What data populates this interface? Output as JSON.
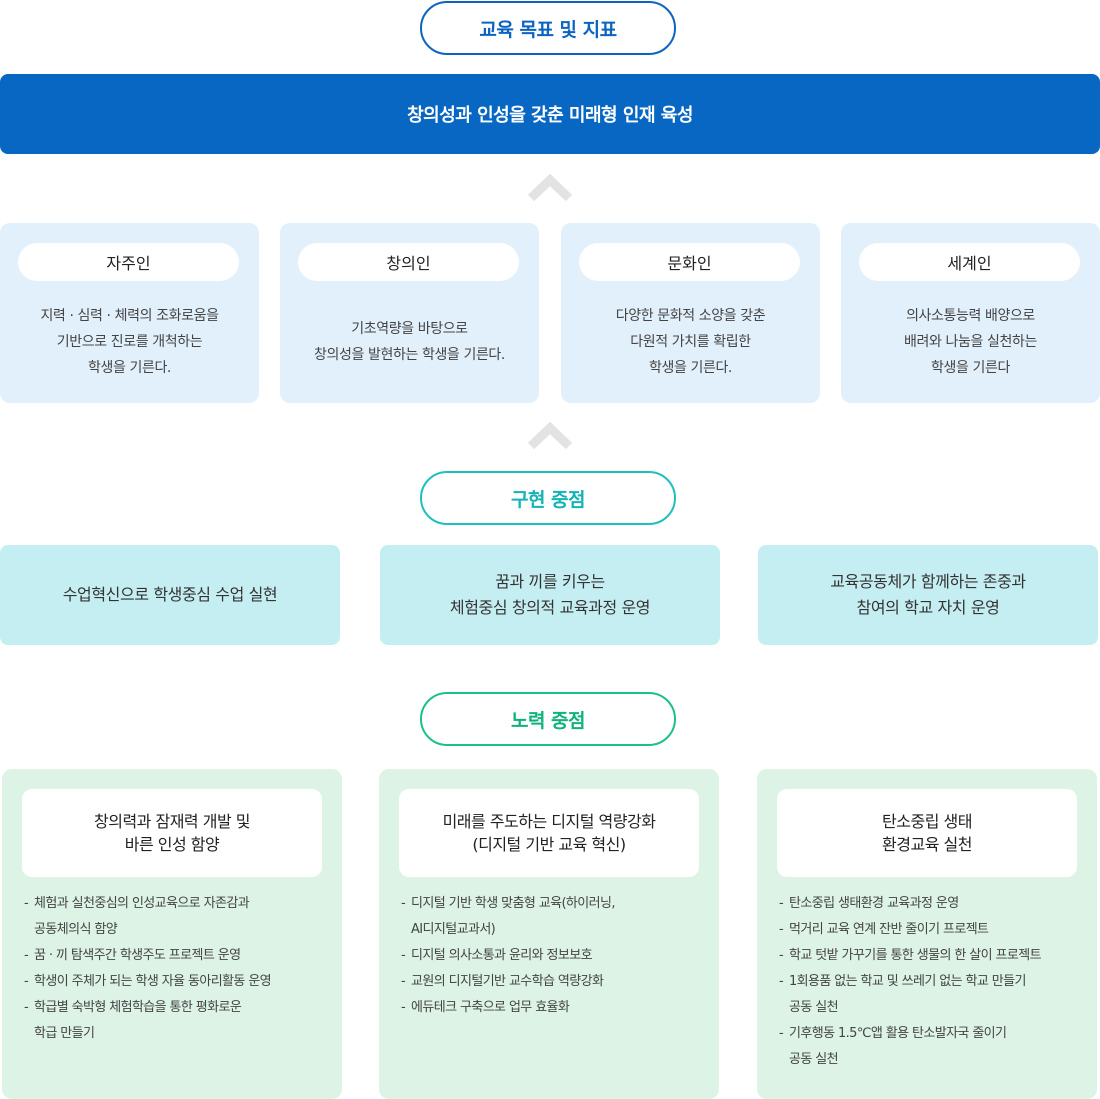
{
  "header": {
    "goal_label": "교육 목표 및 지표"
  },
  "vision": "창의성과 인성을 갖춘 미래형 인재 육성",
  "talents": [
    {
      "name": "자주인",
      "desc": "지력 · 심력 · 체력의 조화로움을\n기반으로 진로를 개척하는\n학생을 기른다."
    },
    {
      "name": "창의인",
      "desc": "기초역량을 바탕으로\n창의성을 발현하는 학생을 기른다."
    },
    {
      "name": "문화인",
      "desc": "다양한 문화적 소양을 갖춘\n다원적 가치를 확립한\n학생을 기른다."
    },
    {
      "name": "세계인",
      "desc": "의사소통능력 배양으로\n배려와 나눔을 실천하는\n학생을 기른다"
    }
  ],
  "implementation": {
    "label": "구현 중점",
    "items": [
      "수업혁신으로 학생중심 수업 실현",
      "꿈과 끼를 키우는\n체험중심 창의적 교육과정 운영",
      "교육공동체가 함께하는 존중과\n참여의 학교 자치 운영"
    ]
  },
  "effort": {
    "label": "노력 중점",
    "columns": [
      {
        "title": "창의력과 잠재력 개발 및\n바른 인성 함양",
        "items": [
          "체험과 실천중심의 인성교육으로 자존감과\n공동체의식 함양",
          "꿈 · 끼 탐색주간 학생주도 프로젝트 운영",
          "학생이 주체가 되는 학생 자율 동아리활동 운영",
          "학급별 숙박형 체험학습을 통한 평화로운\n학급 만들기"
        ]
      },
      {
        "title": "미래를 주도하는 디지털 역량강화\n(디지털 기반 교육 혁신)",
        "items": [
          "디지털 기반 학생 맞춤형 교육(하이러닝,\nAI디지털교과서)",
          "디지털 의사소통과 윤리와 정보보호",
          "교원의 디지털기반 교수학습 역량강화",
          "에듀테크 구축으로 업무 효율화"
        ]
      },
      {
        "title": "탄소중립 생태\n환경교육 실천",
        "items": [
          "탄소중립 생태환경 교육과정 운영",
          "먹거리 교육 연계 잔반 줄이기 프로젝트",
          "학교 텃밭 가꾸기를 통한 생물의 한 살이 프로젝트",
          "1회용품 없는 학교 및 쓰레기 없는 학교 만들기\n공동 실천",
          "기후행동 1.5℃앱 활용 탄소발자국 줄이기\n공동 실천"
        ]
      }
    ]
  },
  "colors": {
    "primary_blue": "#0767c3",
    "talent_bg": "#e2f0fc",
    "teal": "#1fbfc0",
    "focus_bg": "#c5eef2",
    "green": "#1dc08a",
    "effort_bg": "#dcf3e6",
    "chevron": "#e3e3e3"
  }
}
